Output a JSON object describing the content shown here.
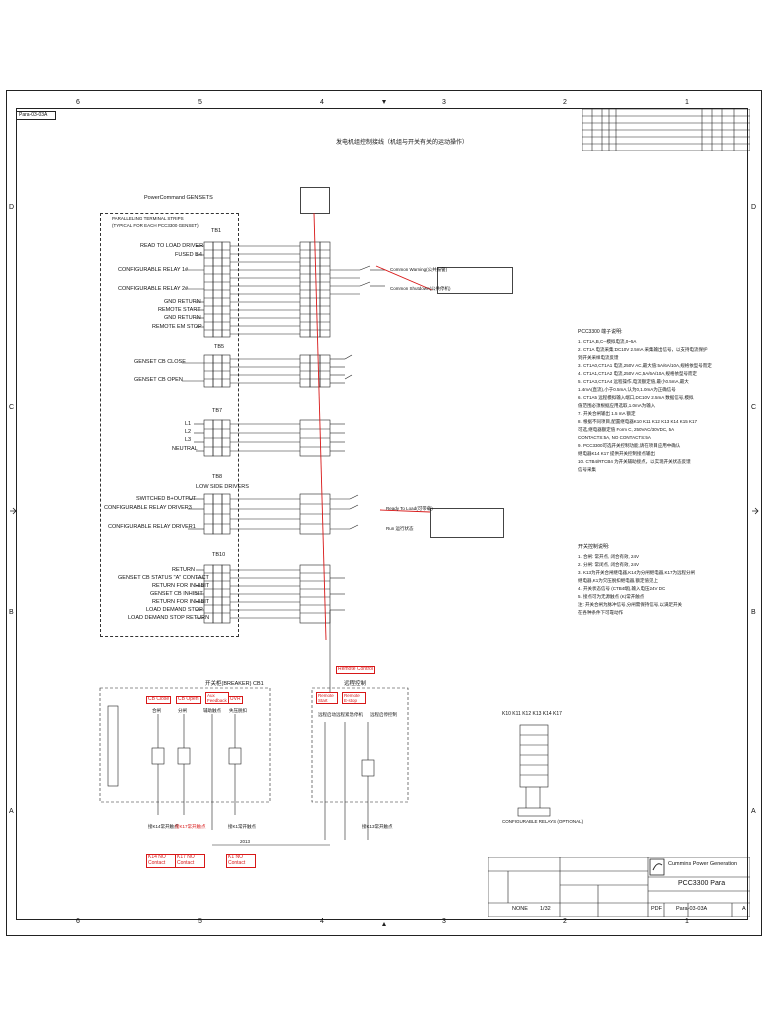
{
  "drawing": {
    "sheet_id": "Para-03-03A",
    "title_cn": "发电机组控制接线（机组与开关有关的运动操作）",
    "controller_label": "PowerCommand  GENSETS",
    "terminal_strip_note_line1": "PARALLELING TERMINAL STRIPS",
    "terminal_strip_note_line2": "(TYPICAL FOR EACH PCC3300 GENSET)",
    "column_numbers": [
      "6",
      "5",
      "4",
      "3",
      "2",
      "1"
    ],
    "row_letters": [
      "D",
      "C",
      "B",
      "A"
    ]
  },
  "terminal_blocks": {
    "tb1": {
      "name": "TB1",
      "labels": [
        "READ TO LOAD DRIVER",
        "FUSED B4",
        "CONFIGURABLE RELAY 1#",
        "CONFIGURABLE RELAY 2#",
        "GND RETURN",
        "REMOTE START",
        "GND RETURN",
        "REMOTE EM STOP"
      ]
    },
    "tb5": {
      "name": "TB5",
      "labels": [
        "GENSET CB CLOSE",
        "GENSET CB OPEN"
      ]
    },
    "tb7": {
      "name": "TB7",
      "labels": [
        "L1",
        "L2",
        "L3",
        "NEUTRAL"
      ]
    },
    "tb8": {
      "name": "TB8",
      "sub": "LOW SIDE DRIVERS",
      "labels": [
        "SWITCHED B+OUTPUT",
        "CONFIGURABLE RELAY DRIVER3",
        "CONFIGURABLE RELAY DRIVER1"
      ]
    },
    "tb10": {
      "name": "TB10",
      "labels": [
        "RETURN",
        "GENSET CB STATUS \"A\" CONTACT",
        "RETURN FOR INHIBIT",
        "GENSET CB INHIBIT",
        "RETURN FOR INHIBIT",
        "LOAD DEMAND STOP",
        "LOAD DEMAND STOP RETURN"
      ]
    }
  },
  "wire_labels": {
    "common_warning": "Common Warning(公共报警)",
    "common_shutdown": "Common Shutdown(公共停机)",
    "ready_to_load": "Ready To Load(可带载)",
    "run_status": "Run 运行状态"
  },
  "notes_heading": "PCC3300 端子说明:",
  "notes": [
    "1. CT1A,B,C─模拟电流,0~5A",
    "2. CT1A 电流采集:DC10V 2.5mA 采集输出信号，以支持电流保护",
    "   到开关采样电流反馈",
    "3. CT1A0,CT1A1 电流,250V AC,最大值:5A/6A/10A,规格依型号而定",
    "4. CT1A1,CT1A2 电流,250V AC,5A/6A/10A,规格依型号而定",
    "5. CT1A3,CT1A4 远程操作,电流额定值,最小0.5mA,最大",
    "   1.4mA(直流),小于0.5mA,认为0,1.0mA为正确信号",
    "6. CT1A5 远程模拟输入端口,DC10V 2.5mA 数据信号,模拟",
    "   值范围必须根据应用选取,1.0mA为输入",
    "7. 开关合闸输出 1.5 mA 额定",
    "8. 根据不同项目,配置继电器K10 K11 K12 K13 K14 K15 K17",
    "   可选,继电器额定值 Form C, 250VAC/30VDC, 5A",
    "   CONTACTS:5A, NO CONTACTS:5A",
    "9. PCC3300可选开关控制功能,请在项目应用中确认",
    "   继电器K14 K17 提供开关控制接点输出",
    "10. CTB4/RTCB4 为开关辅助接点，以实现开关状态反馈",
    "    信号采集"
  ],
  "notes2_heading": "开关控制说明:",
  "notes2": [
    "1. 合闸: 常开点, 闭合有效, 24V",
    "2. 分闸: 常闭点, 闭合有效, 24V",
    "3. K13为开关合闸继电器,K14为分闸继电器,K17为远程分闸",
    "   继电器,K1为欠压脱扣继电器,额定值见上",
    "4. 开关状态信号 (CTB4端),输入电压24V DC",
    "5. 接点可为无源触点 (K)常开触点",
    "注: 开关合闸为脉冲信号,分闸需保持信号,以满足开关",
    "    在各种条件下可靠动作"
  ],
  "bottom_left": {
    "box_title": "开关柜(BREAKER) CB1",
    "sub_labels": [
      "合闸",
      "分闸",
      "辅助触点",
      "失压脱扣"
    ],
    "red_tags_top": [
      "CB Close",
      "CB Open",
      "Aux Feedback",
      "UVR"
    ],
    "red_tags_bottom": [
      "K14 NO Contact",
      "K17 NO Contact",
      "K1 NO Contact"
    ],
    "bottom_text_left": "接K14常开触点",
    "bottom_text_mid": "接K17常开触点",
    "bottom_text_right": "接K1常开触点",
    "ref_label": "2013",
    "red_mid": "接K17常开触点"
  },
  "bottom_mid": {
    "remote_control": "Remote Control",
    "box_title": "远程控制",
    "sub_labels": [
      "远程启动",
      "远程紧急停机",
      "远程启停控制"
    ],
    "red_tags": [
      "Remote Start",
      "Remote E-stop"
    ],
    "bottom_text": "接K13常开触点"
  },
  "relays": {
    "label": "K10  K11  K12  K13  K14  K17",
    "caption": "CONFIGURABLE RELAYS (OPTIONAL)"
  },
  "title_block": {
    "company": "Cummins Power Generation",
    "product": "PCC3300 Para",
    "drawing_no": "Para-03-03A",
    "format": "PDF",
    "sheet": "1/32",
    "scale": "NONE",
    "rev": "A"
  }
}
